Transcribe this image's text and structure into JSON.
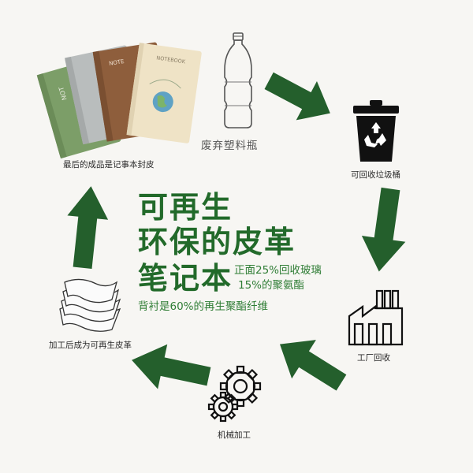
{
  "title": {
    "line1": "可再生",
    "line2": "环保的皮革",
    "line3": "笔记本"
  },
  "subtitle": {
    "line1": "正面25%回收玻璃",
    "line2": "15%的聚氨酯",
    "lining": "背衬是60%的再生聚酯纤维"
  },
  "steps": {
    "bottle": "废弃塑料瓶",
    "bin": "可回收垃圾桶",
    "factory": "工厂回收",
    "machine": "机械加工",
    "sheets": "加工后成为可再生皮革",
    "notebook": "最后的成品是记事本封皮"
  },
  "notebook_cover": {
    "text1": "NOTEBOOK",
    "text2": "NOTE",
    "text3": "NOT"
  },
  "colors": {
    "accent": "#226a2a",
    "arrow": "#245f2c",
    "background": "#f7f6f3"
  },
  "icons": [
    "plastic-bottle-icon",
    "recycle-bin-icon",
    "factory-icon",
    "gears-icon",
    "paper-sheets-icon",
    "notebooks-image"
  ]
}
